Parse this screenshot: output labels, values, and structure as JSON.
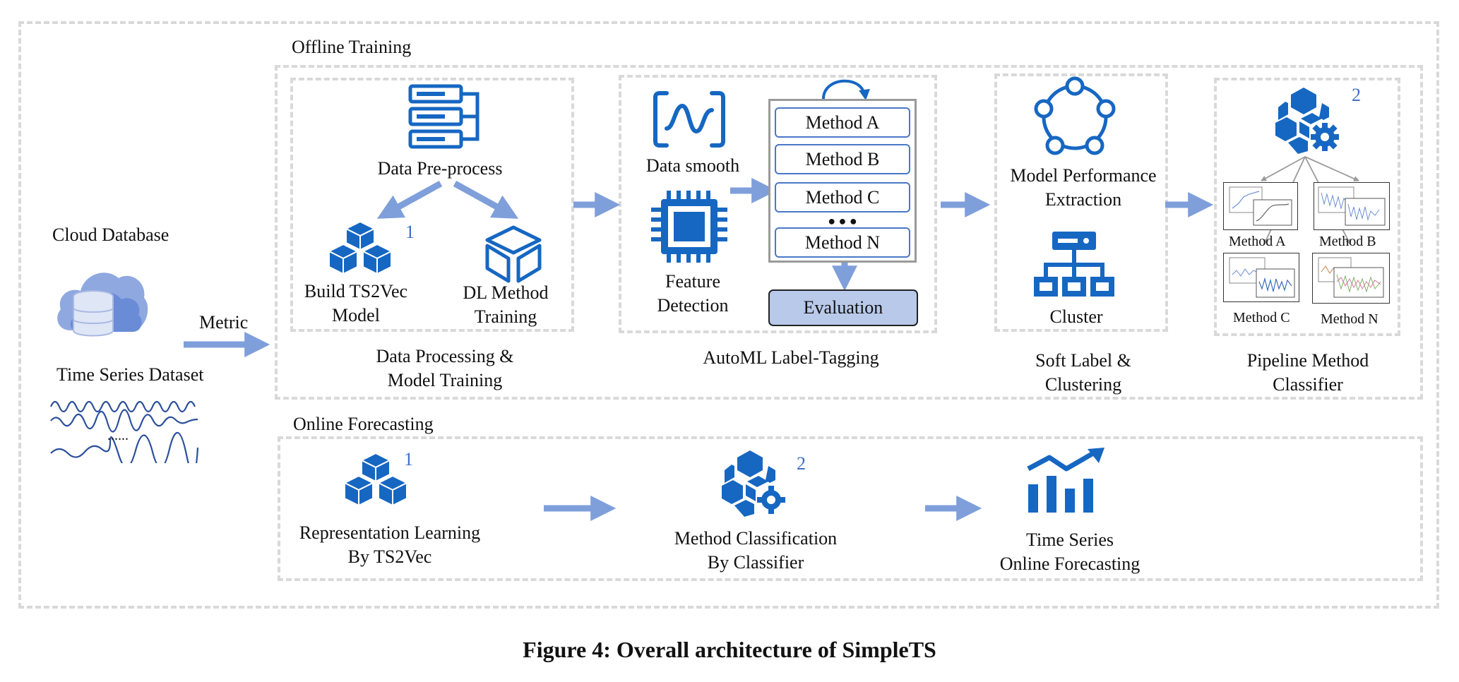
{
  "colors": {
    "icon": "#1667c2",
    "arrow": "#7f9fdb",
    "dash": "#d9d9d9",
    "eval_fill": "#b8c9ea",
    "method_border": "#4a78c8",
    "number": "#3f6fc4"
  },
  "left": {
    "cloud_label": "Cloud Database",
    "dataset_label": "Time Series Dataset",
    "dots": "......",
    "metric_label": "Metric",
    "icons": [
      "cloud-database-icon",
      "wave-icon"
    ]
  },
  "offline": {
    "title": "Offline Training",
    "stage1": {
      "preprocess": "Data Pre-process",
      "build_line1": "Build TS2Vec",
      "build_line2": "Model",
      "build_num": "1",
      "dl_line1": "DL Method",
      "dl_line2": "Training",
      "caption_line1": "Data Processing &",
      "caption_line2": "Model Training"
    },
    "stage2": {
      "smooth": "Data smooth",
      "feature_line1": "Feature",
      "feature_line2": "Detection",
      "methods": [
        "Method A",
        "Method B",
        "Method C",
        "Method N"
      ],
      "ellipsis": "● ● ●",
      "evaluation": "Evaluation",
      "caption": "AutoML Label-Tagging"
    },
    "stage3": {
      "perf_line1": "Model Performance",
      "perf_line2": "Extraction",
      "cluster": "Cluster",
      "caption_line1": "Soft Label &",
      "caption_line2": "Clustering"
    },
    "stage4": {
      "num": "2",
      "thumbs": [
        "Method A",
        "Method B",
        "Method C",
        "Method N"
      ],
      "caption_line1": "Pipeline Method",
      "caption_line2": "Classifier"
    }
  },
  "online": {
    "title": "Online Forecasting",
    "step1_line1": "Representation Learning",
    "step1_line2": "By TS2Vec",
    "step1_num": "1",
    "step2_line1": "Method Classification",
    "step2_line2": "By Classifier",
    "step2_num": "2",
    "step3_line1": "Time Series",
    "step3_line2": "Online Forecasting"
  },
  "caption": "Figure 4: Overall architecture of SimpleTS"
}
